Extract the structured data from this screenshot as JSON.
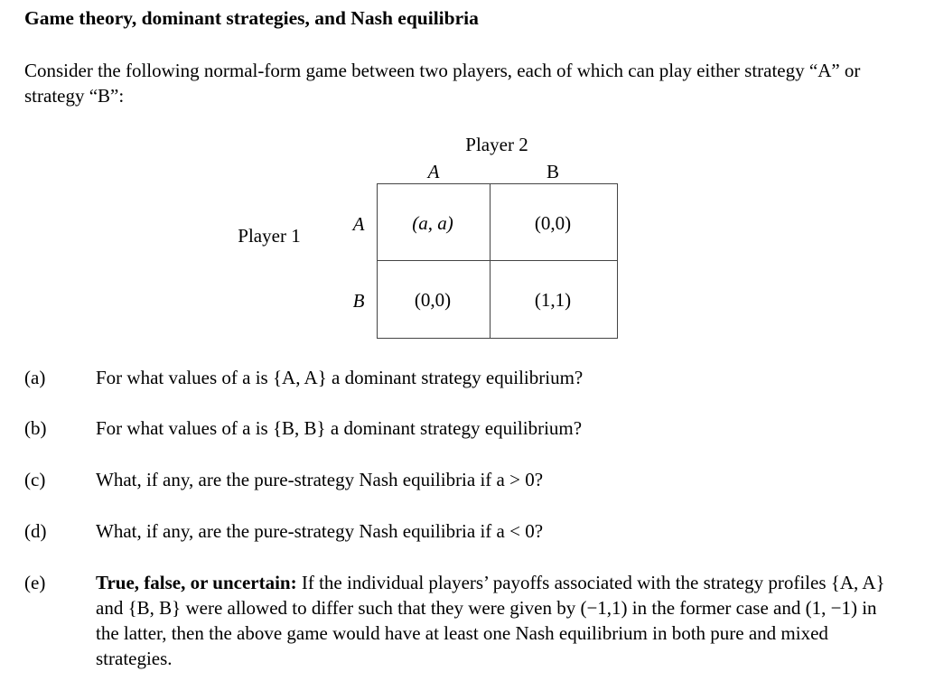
{
  "title": "Game theory, dominant strategies, and Nash equilibria",
  "intro": "Consider the following normal-form game between two players, each of which can play either strategy “A” or strategy “B”:",
  "game": {
    "player2_label": "Player 2",
    "player1_label": "Player 1",
    "col_strategies": [
      "A",
      "B"
    ],
    "row_strategies": [
      "A",
      "B"
    ],
    "payoffs": [
      [
        "(a, a)",
        "(0,0)"
      ],
      [
        "(0,0)",
        "(1,1)"
      ]
    ]
  },
  "questions": [
    {
      "label": "(a)",
      "text": "For what values of a is {A, A} a dominant strategy equilibrium?"
    },
    {
      "label": "(b)",
      "text": "For what values of a is {B, B} a dominant strategy equilibrium?"
    },
    {
      "label": "(c)",
      "text": "What, if any, are the pure-strategy Nash equilibria if a > 0?"
    },
    {
      "label": "(d)",
      "text": "What, if any, are the pure-strategy Nash equilibria if a < 0?"
    },
    {
      "label": "(e)",
      "lead": "True, false, or uncertain:",
      "text": " If the individual players’ payoffs associated with the strategy profiles {A, A} and {B, B} were allowed to differ such that they were given by (−1,1) in the former case and (1, −1) in the latter, then the above game would have at least one Nash equilibrium in both pure and mixed strategies."
    }
  ]
}
